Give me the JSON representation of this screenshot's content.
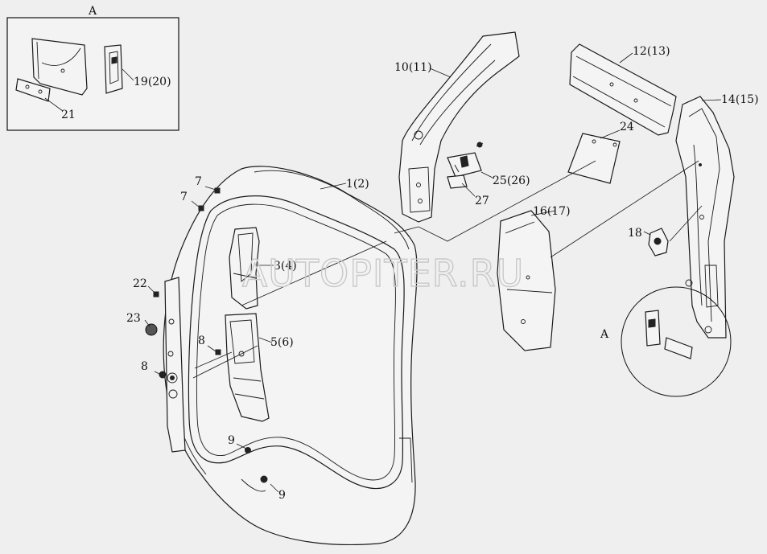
{
  "detail_view": {
    "title": "A",
    "labels": [
      "19(20)",
      "21"
    ]
  },
  "callout": {
    "label": "A"
  },
  "labels": {
    "cab_frame": "1(2)",
    "a_pillar_inner": "3(4)",
    "a_pillar_lower": "5(6)",
    "roof_rail": "10(11)",
    "roof_bar": "12(13)",
    "b_pillar": "14(15)",
    "side_panel": "16(17)",
    "grommet": "18",
    "plate": "24",
    "bracket_set": "25(26)",
    "clip": "27",
    "fastener_7a": "7",
    "fastener_7b": "7",
    "fastener_8a": "8",
    "fastener_8b": "8",
    "fastener_9a": "9",
    "fastener_9b": "9",
    "fastener_22": "22",
    "fastener_23": "23"
  },
  "watermark": "AUTOPITER.RU"
}
